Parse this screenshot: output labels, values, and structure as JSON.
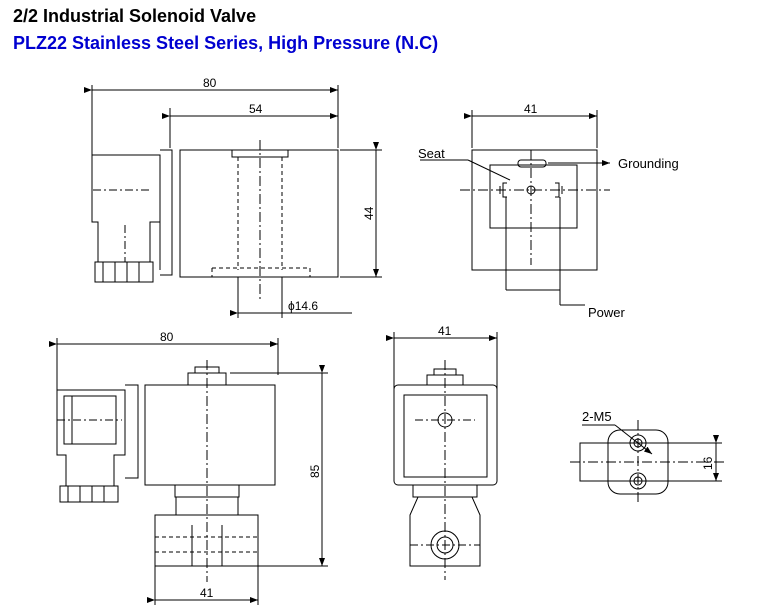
{
  "header": {
    "title": "2/2 Industrial Solenoid Valve",
    "subtitle": "PLZ22 Stainless Steel Series, High Pressure  (N.C)"
  },
  "top_side_view": {
    "dim_overall_width": "80",
    "dim_coil_width": "54",
    "dim_height": "44",
    "dim_bore": "ϕ14.6"
  },
  "top_front_view": {
    "dim_width": "41",
    "label_seat": "Seat",
    "label_grounding": "Grounding",
    "label_power": "Power"
  },
  "bottom_side_view": {
    "dim_overall_width": "80",
    "dim_height": "85",
    "dim_base_width": "41"
  },
  "bottom_front_view": {
    "dim_width": "41"
  },
  "bottom_plan_view": {
    "label_thread": "2-M5",
    "dim_spacing": "16"
  }
}
